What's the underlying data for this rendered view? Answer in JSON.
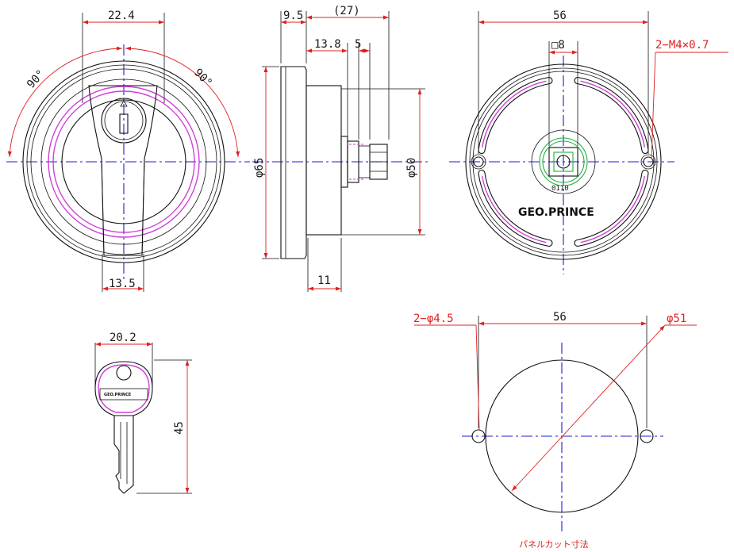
{
  "colors": {
    "object_line": "#111111",
    "dimension_line": "#e02020",
    "center_line": "#1c1cd0",
    "magenta_accent": "#d040d8",
    "green_accent": "#20b040",
    "background": "#ffffff"
  },
  "front_view": {
    "dim_top_width": "22.4",
    "dim_bottom_width": "13.5",
    "angle_left": "90°",
    "angle_right": "90°"
  },
  "side_view": {
    "dim_flange": "9.5",
    "dim_total": "(27)",
    "dim_body": "13.8",
    "dim_thread": "5",
    "dim_outer_dia": "φ65",
    "dim_inner_dia": "φ50",
    "dim_base": "11"
  },
  "rear_view": {
    "dim_hole_pitch": "56",
    "dim_square": "□8",
    "dim_screw": "2−M4×0.7",
    "brand_label": "GEO.PRINCE",
    "hub_code": "0110"
  },
  "key_view": {
    "dim_width": "20.2",
    "dim_length": "45",
    "brand_label": "GEO.PRINCE"
  },
  "panel_cut": {
    "dim_holes": "2−φ4.5",
    "dim_pitch": "56",
    "dim_diameter": "φ51",
    "caption": "パネルカット寸法"
  }
}
